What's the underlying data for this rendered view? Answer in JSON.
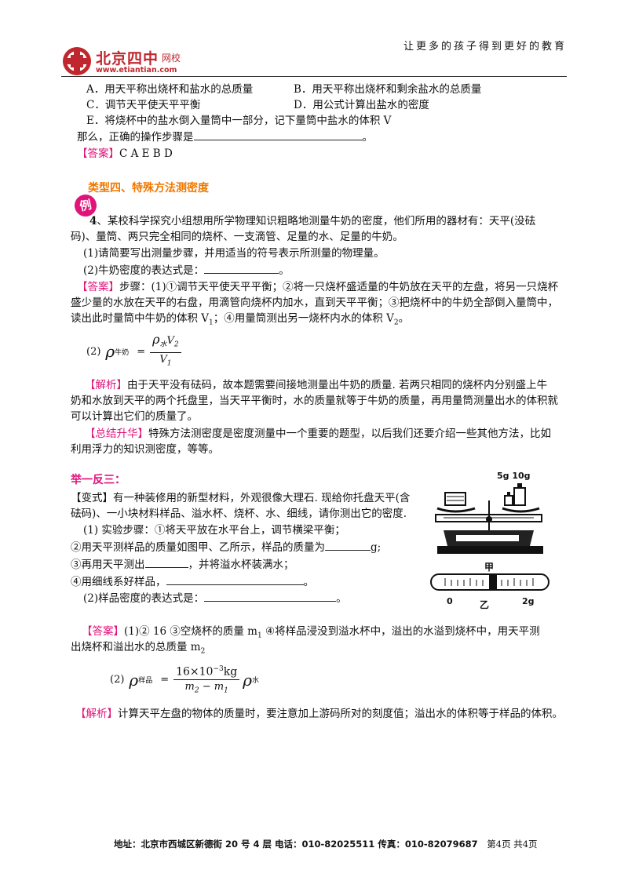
{
  "header": {
    "slogan": "让更多的孩子得到更好的教育",
    "logo_name": "北京四中",
    "logo_suffix": "网校",
    "logo_url": "www.etiantian.com"
  },
  "q3": {
    "opt_a": "A．用天平称出烧杯和盐水的总质量",
    "opt_b": "B．用天平称出烧杯和剩余盐水的总质量",
    "opt_c": "C．调节天平使天平平衡",
    "opt_d": "D．用公式计算出盐水的密度",
    "opt_e": "E．将烧杯中的盐水倒入量筒中一部分，记下量筒中盐水的体积 V",
    "prompt": "那么，正确的操作步骤是",
    "prompt_end": "。",
    "answer_tag": "【答案】",
    "answer": "C A E B D"
  },
  "section4": {
    "title": "类型四、特殊方法测密度"
  },
  "ex4": {
    "badge": "例",
    "num": "4",
    "line1": "、某校科学探究小组想用所学物理知识粗略地测量牛奶的密度，他们所用的器材有：天平(没砝",
    "line2": "码)、量筒、两只完全相同的烧杯、一支滴管、足量的水、足量的牛奶。",
    "q1": "(1)请简要写出测量步骤，并用适当的符号表示所测量的物理量。",
    "q2": "(2)牛奶密度的表达式是：",
    "q2_end": "。",
    "ans_tag": "【答案】",
    "ans_l1": "步骤：(1)①调节天平使天平平衡；②将一只烧杯盛适量的牛奶放在天平的左盘，将另一只烧杯",
    "ans_l2": "盛少量的水放在天平的右盘，用滴管向烧杯内加水，直到天平平衡；③把烧杯中的牛奶全部倒入量筒中，",
    "ans_l3a": "读出此时量筒中牛奶的体积 V",
    "ans_l3b": "；④用量筒测出另一烧杯内水的体积 V",
    "ans_l3c": "。",
    "formula_label": "(2)",
    "rho_sub": "牛奶",
    "num_sub": "水",
    "sub1": "1",
    "sub2": "2",
    "jx_tag": "【解析】",
    "jx_l1": "由于天平没有砝码，故本题需要间接地测量出牛奶的质量. 若两只相同的烧杯内分别盛上牛",
    "jx_l2": "奶和水放到天平的两个托盘里，当天平平衡时，水的质量就等于牛奶的质量，再用量筒测量出水的体积就",
    "jx_l3": "可以计算出它们的质量了。",
    "zj_tag": "【总结升华】",
    "zj_l1": "特殊方法测密度是密度测量中一个重要的题型，以后我们还要介绍一些其他方法，比如",
    "zj_l2": "利用浮力的知识测密度，等等。"
  },
  "variant": {
    "heading": "举一反三：",
    "tag": "【变式】",
    "l1": "有一种装修用的新型材料，外观很像大理石. 现给你托盘天平(含",
    "l2": "砝码)、一小块材料样品、溢水杯、烧杯、水、细线，请你测出它的密度.",
    "s1": "(1) 实验步骤：①将天平放在水平台上，调节横梁平衡；",
    "s2a": "②用天平测样品的质量如图甲、乙所示，样品的质量为",
    "s2b": "g;",
    "s3a": "③再用天平测出",
    "s3b": "，并将溢水杯装满水；",
    "s4a": "④用细线系好样品，",
    "s4b": "。",
    "s5a": "(2)样品密度的表达式是：",
    "s5b": "。",
    "fig_weights": "5g 10g",
    "fig_jia": "甲",
    "fig_yi": "乙",
    "fig_0": "0",
    "fig_2g": "2g",
    "ans_tag": "【答案】",
    "ans_l1": "(1)② 16 ③空烧杯的质量 m",
    "ans_l1b": " ④将样品浸没到溢水杯中，溢出的水溢到烧杯中，用天平测",
    "ans_l2": "出烧杯和溢出水的总质量 m",
    "formula_label": "(2)",
    "rho_sub": "样品",
    "num_text": "16×10",
    "num_exp": "−3",
    "num_unit": "kg",
    "den_m2": "m",
    "den_minus": " − m",
    "rho_water_sub": "水",
    "jx_tag": "【解析】",
    "jx": "计算天平左盘的物体的质量时，要注意加上游码所对的刻度值；溢出水的体积等于样品的体积。"
  },
  "footer": {
    "text": "地址：北京市西城区新德街 20 号 4 层 电话：010-82025511 传真：010-82079687",
    "page": "第4页 共4页"
  }
}
